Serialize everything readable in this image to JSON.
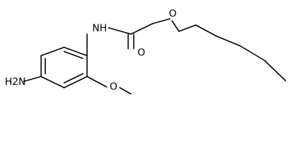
{
  "molecule": {
    "atoms": {
      "amine": "H2N",
      "amide_n": "NH",
      "carbonyl_o": "O",
      "ether_o": "O",
      "methoxy_o": "O"
    }
  },
  "colors": {
    "bond": "#000000",
    "text": "#000000",
    "background": "#ffffff"
  }
}
